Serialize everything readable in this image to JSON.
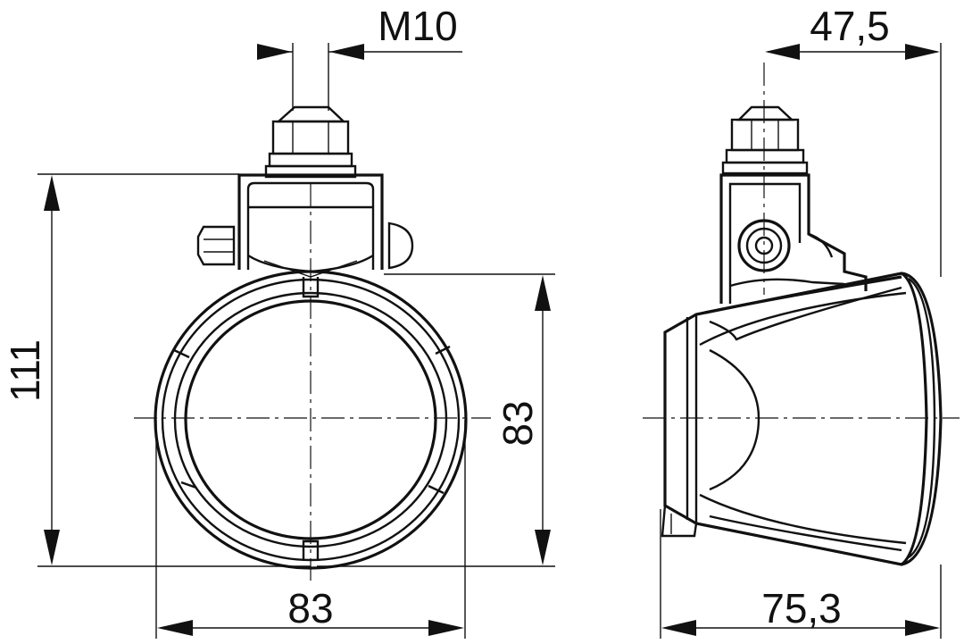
{
  "dimensions": {
    "thread": "M10",
    "side_depth_to_stud": "47,5",
    "total_height": "111",
    "lens_height": "83",
    "front_width": "83",
    "side_depth": "75,3"
  },
  "colors": {
    "line": "#111111",
    "background": "#ffffff"
  }
}
